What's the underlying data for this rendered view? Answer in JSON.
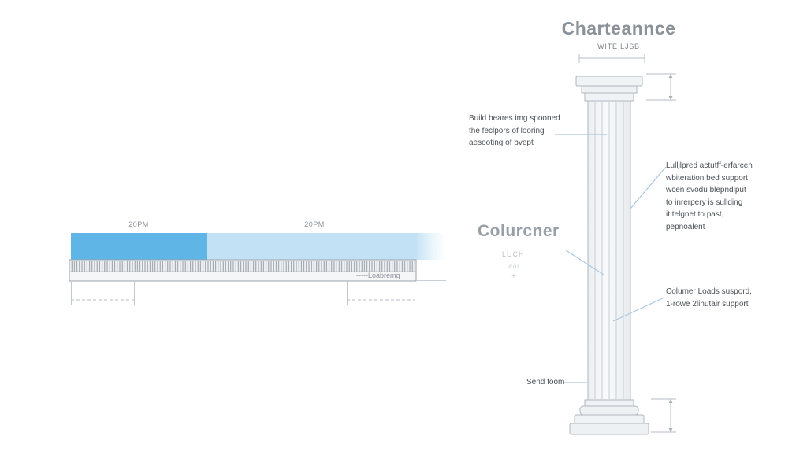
{
  "title": "Charteannce",
  "column": {
    "width_label": "WITE LJSB",
    "ann_build": "Build beares img spooned\nthe feclpors of looring\naesooting of bvept",
    "ann_detail": "Lulljlpred actutff-erfarcen\nwbiteration bed support\nwcen svodu blepndiput\nto inrerpery is sullding\nit telgnet to past,\npepnoalent",
    "label": "Colurcner",
    "label_sub1": "LUCH",
    "label_sub2": "wor",
    "label_sub3": "+",
    "ann_loads": "Columer Loads suspord,\n1-rowe 2linutair support",
    "ann_base": "Send foom"
  },
  "beam": {
    "dim_left_label": "20PM",
    "dim_right_label": "20PM",
    "load_label": "-----Loabremg"
  },
  "colors": {
    "blue_dark": "#5fb5e5",
    "blue_light": "#c2e1f4",
    "leader_line": "#a9c7e0",
    "drawing_line": "#aeb7bf",
    "text_dark": "#4b5055",
    "text_muted": "#8a9199"
  }
}
